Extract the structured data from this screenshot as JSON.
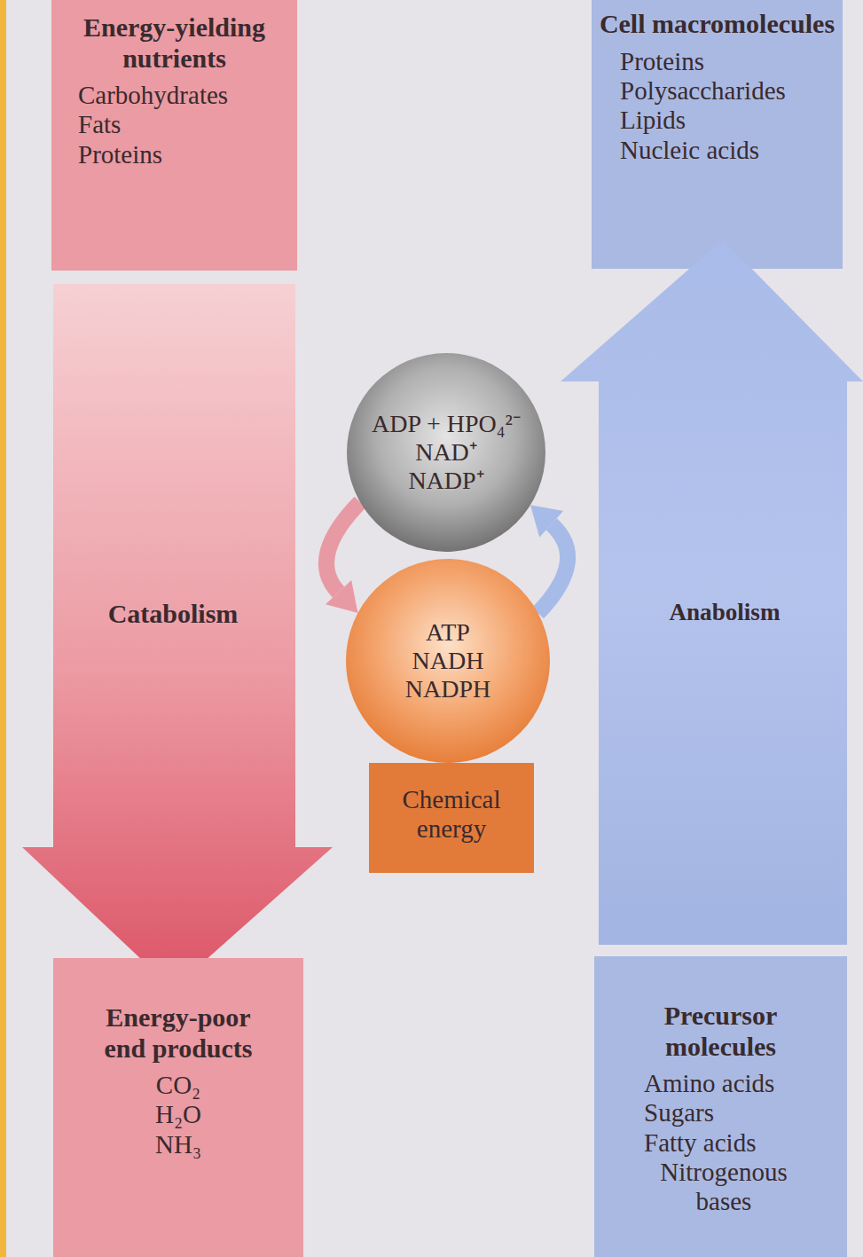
{
  "diagram": {
    "nodes": [
      {
        "text": [
          "Energy-yielding nutrients",
          "Carbohydrates",
          "Fats",
          "Proteins"
        ]
      },
      {
        "text": [
          "Cell macromolecules",
          "Proteins",
          "Polysaccharides",
          "Lipids",
          "Nucleic acids"
        ]
      },
      {
        "text": [
          "Catabolism"
        ]
      },
      {
        "text": [
          "Anabolism"
        ]
      },
      {
        "text": [
          "ADP + HPO₄²⁻",
          "NAD⁺",
          "NADP⁺"
        ]
      },
      {
        "text": [
          "ATP",
          "NADH",
          "NADPH"
        ]
      },
      {
        "text": [
          "Chemical energy"
        ]
      },
      {
        "text": [
          "Energy-poor end products",
          "CO₂",
          "H₂O",
          "NH₃"
        ]
      },
      {
        "text": [
          "Precursor molecules",
          "Amino acids",
          "Sugars",
          "Fatty acids",
          "Nitrogenous bases"
        ]
      }
    ],
    "edges": [
      {
        "from": 4,
        "to": 5,
        "arrow": "to"
      },
      {
        "from": 5,
        "to": 4,
        "arrow": "to"
      }
    ]
  }
}
